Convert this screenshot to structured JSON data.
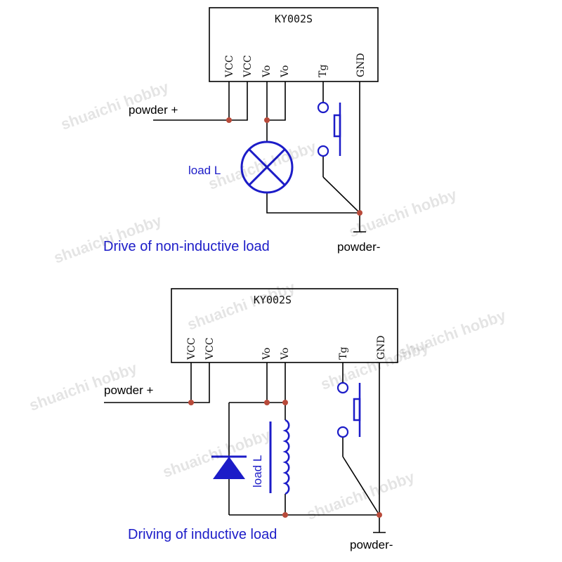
{
  "colors": {
    "wire": "#000000",
    "junction": "#b84a3a",
    "accent": "#1c1cc8"
  },
  "watermark": "shuaichi hobby",
  "top_circuit": {
    "chip_name": "KY002S",
    "pins": [
      "VCC",
      "VCC",
      "Vo",
      "Vo",
      "Tg",
      "GND"
    ],
    "power_plus": "powder +",
    "power_minus": "powder-",
    "load_label": "load L",
    "caption": "Drive of non-inductive load"
  },
  "bottom_circuit": {
    "chip_name": "KY002S",
    "pins": [
      "VCC",
      "VCC",
      "Vo",
      "Vo",
      "Tg",
      "GND"
    ],
    "power_plus": "powder +",
    "power_minus": "powder-",
    "load_label": "load L",
    "caption": "Driving of inductive load"
  }
}
